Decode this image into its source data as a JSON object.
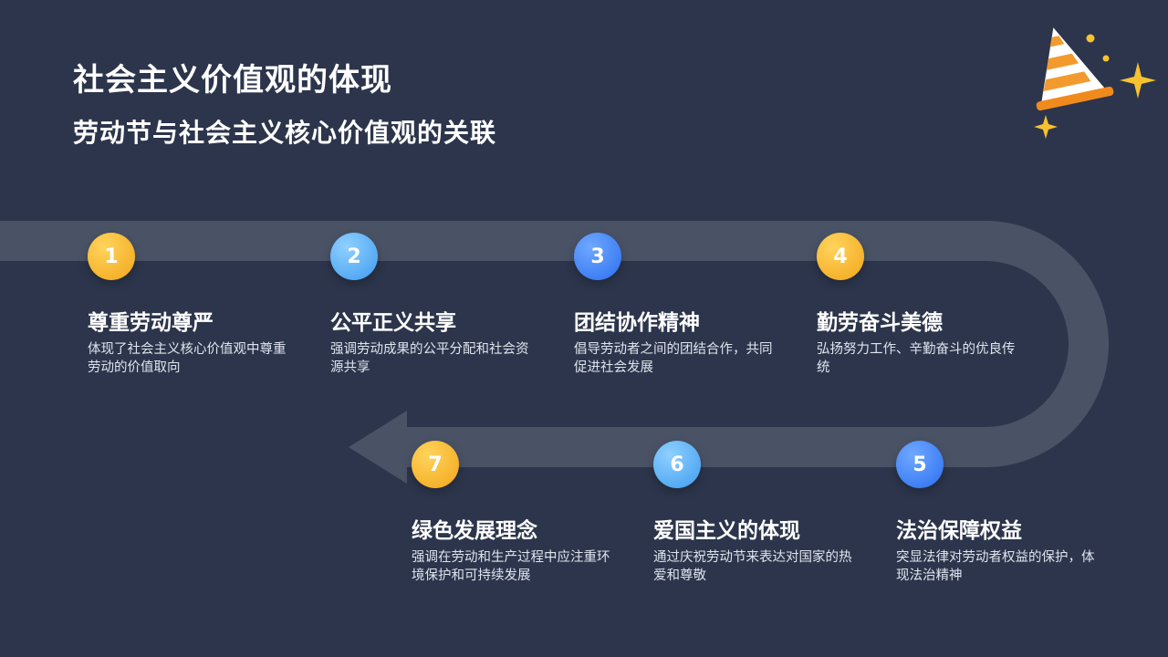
{
  "header": {
    "title": "社会主义价值观的体现",
    "subtitle": "劳动节与社会主义核心价值观的关联"
  },
  "steps": [
    {
      "number": "1",
      "title": "尊重劳动尊严",
      "desc": "体现了社会主义核心价值观中尊重劳动的价值取向",
      "color": "yellow"
    },
    {
      "number": "2",
      "title": "公平正义共享",
      "desc": "强调劳动成果的公平分配和社会资源共享",
      "color": "lightblue"
    },
    {
      "number": "3",
      "title": "团结协作精神",
      "desc": "倡导劳动者之间的团结合作，共同促进社会发展",
      "color": "blue"
    },
    {
      "number": "4",
      "title": "勤劳奋斗美德",
      "desc": "弘扬努力工作、辛勤奋斗的优良传统",
      "color": "yellow"
    },
    {
      "number": "5",
      "title": "法治保障权益",
      "desc": "突显法律对劳动者权益的保护，体现法治精神",
      "color": "blue"
    },
    {
      "number": "6",
      "title": "爱国主义的体现",
      "desc": "通过庆祝劳动节来表达对国家的热爱和尊敬",
      "color": "lightblue"
    },
    {
      "number": "7",
      "title": "绿色发展理念",
      "desc": "强调在劳动和生产过程中应注重环境保护和可持续发展",
      "color": "yellow"
    }
  ],
  "colors": {
    "background": "#2c354b",
    "track": "#4a5366",
    "accent_yellow": "#f5b52a",
    "accent_blue": "#2b6ff0"
  },
  "decoration": "party-cone-icon"
}
